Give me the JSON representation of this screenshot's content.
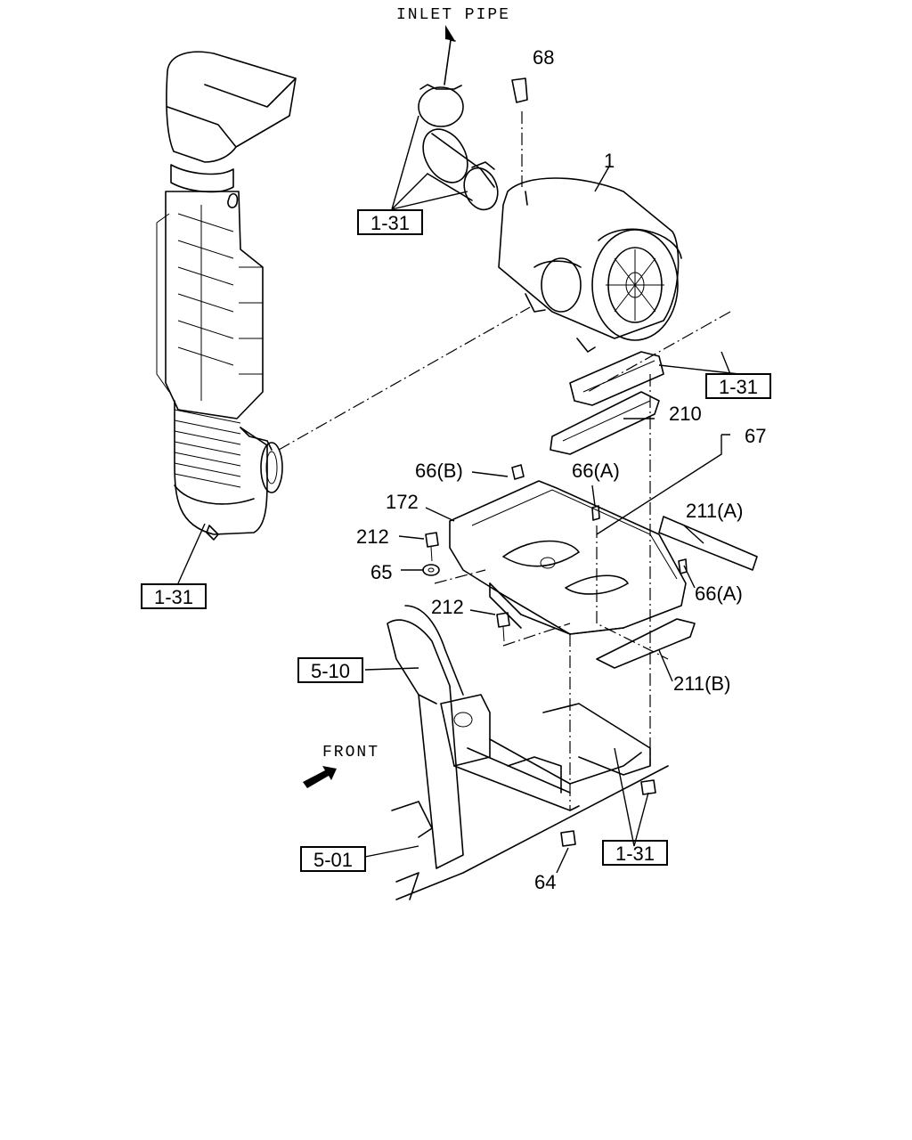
{
  "labels": {
    "inlet_pipe": "INLET PIPE",
    "front": "FRONT",
    "part_68": "68",
    "part_1": "1",
    "part_210": "210",
    "part_67": "67",
    "part_66b": "66(B)",
    "part_66a_top": "66(A)",
    "part_66a_right": "66(A)",
    "part_172": "172",
    "part_211a": "211(A)",
    "part_211b": "211(B)",
    "part_212_upper": "212",
    "part_212_lower": "212",
    "part_65": "65",
    "part_64": "64"
  },
  "refs": {
    "ref_clamps": "1-31",
    "ref_nut_top": "1-31",
    "ref_duct": "1-31",
    "ref_frame_nuts": "1-31",
    "ref_cab": "5-10",
    "ref_frame": "5-01"
  }
}
